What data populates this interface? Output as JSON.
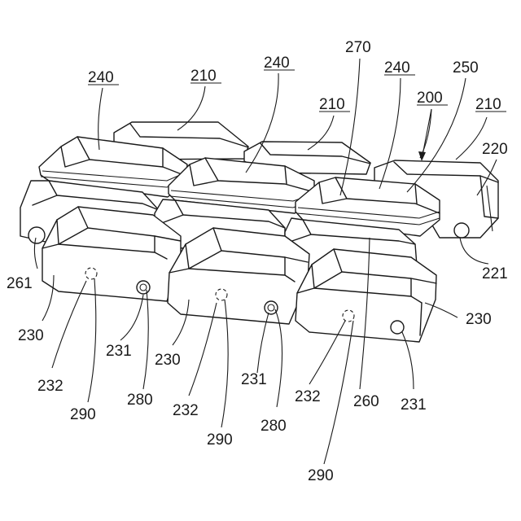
{
  "labels": {
    "l240a": "240",
    "l210a": "210",
    "l240b": "240",
    "l270": "270",
    "l240c": "240",
    "l250": "250",
    "l210b": "210",
    "l200": "200",
    "l210c": "210",
    "l220": "220",
    "l261": "261",
    "l221": "221",
    "l230a": "230",
    "l231a": "231",
    "l230b": "230",
    "l230c": "230",
    "l232a": "232",
    "l290a": "290",
    "l280a": "280",
    "l232b": "232",
    "l231b": "231",
    "l290b": "290",
    "l280b": "280",
    "l232c": "232",
    "l260": "260",
    "l231c": "231",
    "l290c": "290"
  }
}
